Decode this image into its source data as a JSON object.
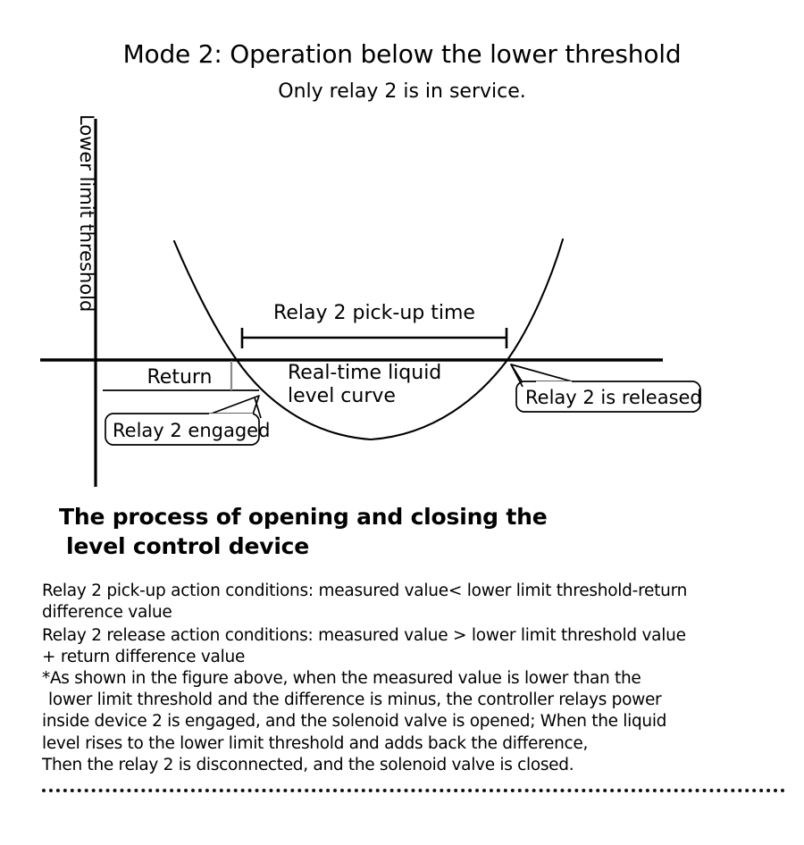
{
  "title": {
    "main": "Mode 2: Operation below the lower threshold",
    "sub": "Only relay 2 is in service."
  },
  "chart_data": {
    "type": "line",
    "title": "Mode 2: Operation below the lower threshold",
    "subtitle": "Only relay 2 is in service.",
    "ylabel": "Lower limit threshold",
    "xlabel": "",
    "grid": false,
    "legend": "none",
    "series": [
      {
        "name": "Real-time liquid level curve",
        "shape": "parabola",
        "points": [
          [
            195,
            270
          ],
          [
            230,
            330
          ],
          [
            265,
            403
          ],
          [
            300,
            450
          ],
          [
            340,
            478
          ],
          [
            380,
            490
          ],
          [
            415,
            492
          ],
          [
            450,
            487
          ],
          [
            490,
            470
          ],
          [
            530,
            440
          ],
          [
            568,
            403
          ],
          [
            600,
            345
          ],
          [
            630,
            268
          ]
        ]
      }
    ],
    "threshold_line": {
      "name": "Lower limit threshold axis",
      "y": 403,
      "x_start": 45,
      "x_end": 742
    },
    "crossings": [
      {
        "label": "Relay 2 engaged",
        "x": 265,
        "y": 403
      },
      {
        "label": "Relay 2 is released",
        "x": 568,
        "y": 403
      }
    ],
    "annotations": [
      {
        "name": "pickup-span",
        "label": "Relay 2 pick-up time",
        "x_start": 270,
        "x_end": 568,
        "y": 378
      },
      {
        "name": "return-span",
        "label": "Return",
        "x_start": 115,
        "x_end": 259,
        "y": 437
      },
      {
        "name": "curve-label",
        "label": "Real-time liquid level curve",
        "x": 322,
        "y": 408
      }
    ]
  },
  "axis": {
    "y_label": "Lower limit threshold"
  },
  "labels": {
    "pickup_time": "Relay 2 pick-up time",
    "return": "Return",
    "curve_line1": "Real-time liquid",
    "curve_line2": "level curve",
    "relay_engaged": "Relay 2 engaged",
    "relay_released": "Relay 2 is released"
  },
  "section": {
    "heading_line1": "The process of opening and closing the",
    "heading_line2": "level control device"
  },
  "conditions": {
    "pickup_line1": "Relay 2 pick-up action conditions: measured value< lower limit threshold-return",
    "pickup_line2": "difference value",
    "release_line1": "Relay 2 release action conditions: measured value > lower limit threshold value",
    "release_line2": "+ return difference value"
  },
  "note": {
    "line1": "*As shown in the figure above, when the measured value is lower than the",
    "line2": "lower limit threshold and the difference is minus, the controller relays power",
    "line3": "inside device 2 is engaged, and the solenoid valve is opened; When the liquid",
    "line4": "level rises to the lower limit threshold and adds back the difference,",
    "line5": "Then the relay 2 is disconnected, and the solenoid valve is closed."
  },
  "colors": {
    "ink": "#000000",
    "background": "#ffffff",
    "tick_gray": "#8a8a8a"
  }
}
